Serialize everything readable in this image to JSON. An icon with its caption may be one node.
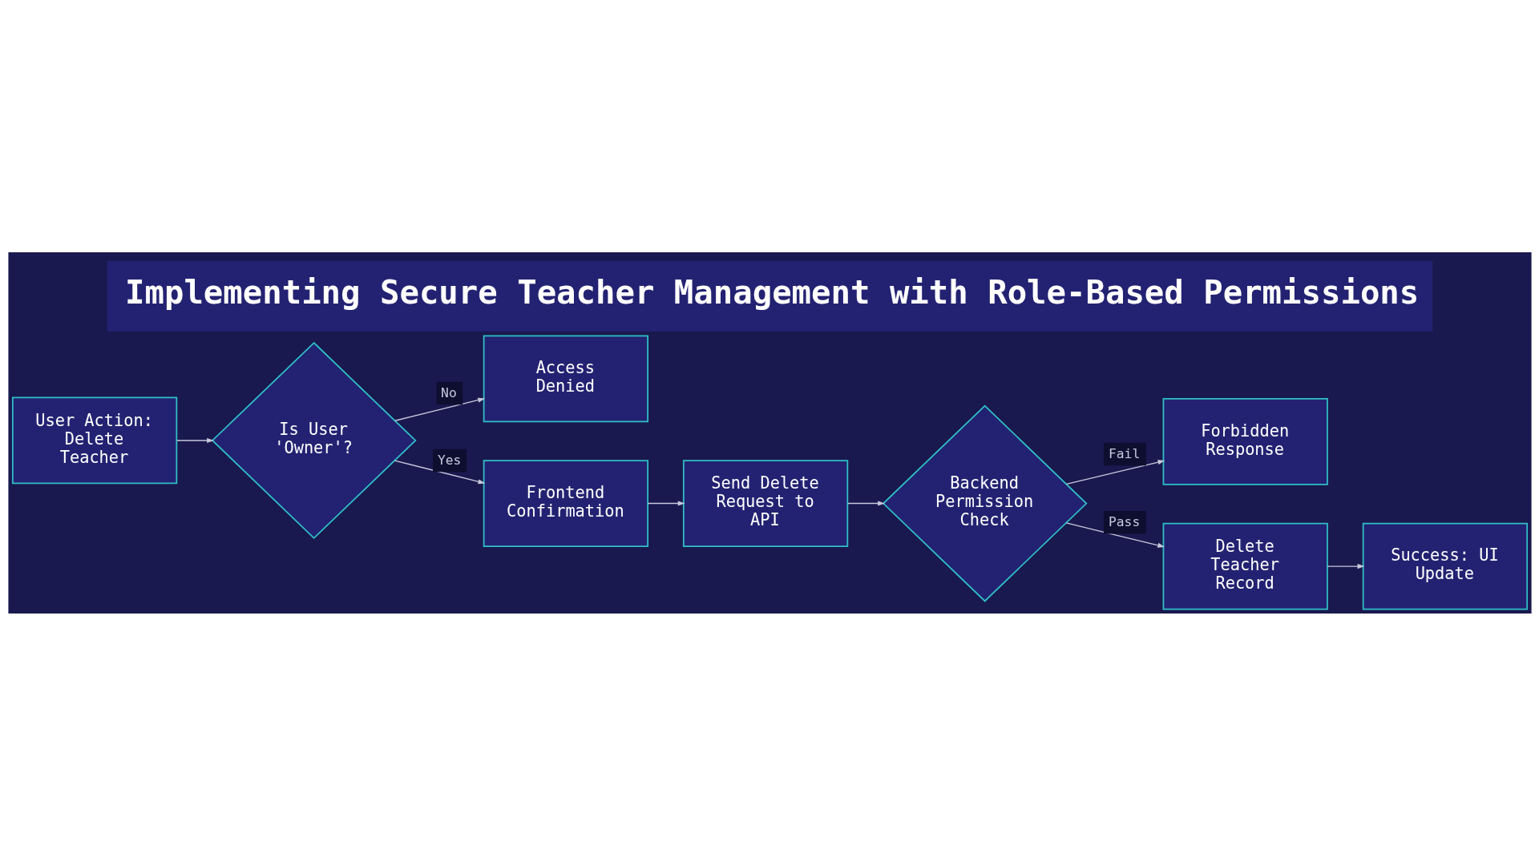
{
  "diagram": {
    "title": "Implementing Secure Teacher Management with Role-Based Permissions",
    "nodes": [
      {
        "text": [
          "User Action: Delete Teacher"
        ]
      },
      {
        "text": [
          "Is User 'Owner'?"
        ]
      },
      {
        "text": [
          "Access Denied"
        ]
      },
      {
        "text": [
          "Frontend Confirmation"
        ]
      },
      {
        "text": [
          "Send Delete Request to API"
        ]
      },
      {
        "text": [
          "Backend Permission Check"
        ]
      },
      {
        "text": [
          "Forbidden Response"
        ]
      },
      {
        "text": [
          "Delete Teacher Record"
        ]
      },
      {
        "text": [
          "Success: UI Update"
        ]
      }
    ],
    "edges": [
      {
        "from": 0,
        "to": 1,
        "arrow": "to"
      },
      {
        "from": 1,
        "to": 2,
        "arrow": "to",
        "label": "No"
      },
      {
        "from": 1,
        "to": 3,
        "arrow": "to",
        "label": "Yes"
      },
      {
        "from": 3,
        "to": 4,
        "arrow": "to"
      },
      {
        "from": 4,
        "to": 5,
        "arrow": "to"
      },
      {
        "from": 5,
        "to": 6,
        "arrow": "to",
        "label": "Fail"
      },
      {
        "from": 5,
        "to": 7,
        "arrow": "to",
        "label": "Pass"
      },
      {
        "from": 7,
        "to": 8,
        "arrow": "to"
      }
    ]
  }
}
